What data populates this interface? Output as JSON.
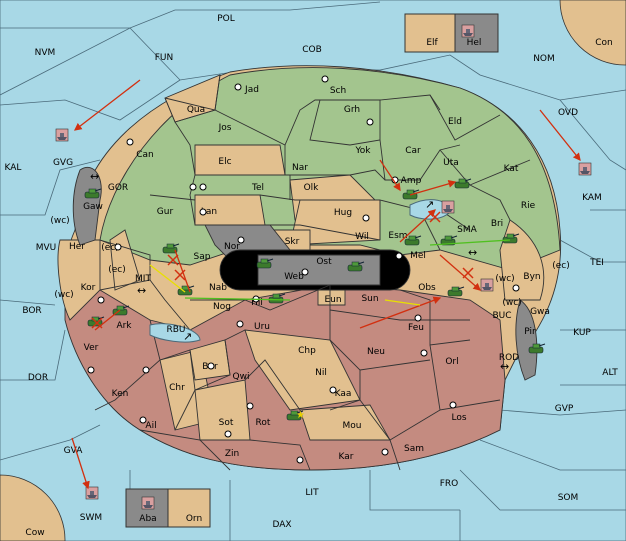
{
  "colors": {
    "sea": "#a8d8e6",
    "green": "#a3c58e",
    "tan": "#e2c08f",
    "red": "#c48b80",
    "gray": "#8a8a8a",
    "line": "#333333",
    "move_red": "#d23010",
    "move_green": "#50c020",
    "move_yellow": "#e8e000"
  },
  "seas": [
    {
      "name": "POL",
      "label": "POL"
    },
    {
      "name": "NVM",
      "label": "NVM"
    },
    {
      "name": "FUN",
      "label": "FUN"
    },
    {
      "name": "COB",
      "label": "COB"
    },
    {
      "name": "NOM",
      "label": "NOM"
    },
    {
      "name": "Con",
      "label": "Con"
    },
    {
      "name": "OVD",
      "label": "OVD"
    },
    {
      "name": "KAL",
      "label": "KAL"
    },
    {
      "name": "GVG",
      "label": "GVG"
    },
    {
      "name": "KAM",
      "label": "KAM"
    },
    {
      "name": "GOR",
      "label": "GOR"
    },
    {
      "name": "MVU",
      "label": "MVU"
    },
    {
      "name": "TEI",
      "label": "TEI"
    },
    {
      "name": "MIT",
      "label": "MIT"
    },
    {
      "name": "SMA",
      "label": "SMA"
    },
    {
      "name": "BOR",
      "label": "BOR"
    },
    {
      "name": "RBU",
      "label": "RBU"
    },
    {
      "name": "BUC",
      "label": "BUC"
    },
    {
      "name": "KUP",
      "label": "KUP"
    },
    {
      "name": "DOR",
      "label": "DOR"
    },
    {
      "name": "ROD",
      "label": "ROD"
    },
    {
      "name": "ALT",
      "label": "ALT"
    },
    {
      "name": "GVP",
      "label": "GVP"
    },
    {
      "name": "GVA",
      "label": "GVA"
    },
    {
      "name": "FRO",
      "label": "FRO"
    },
    {
      "name": "SOM",
      "label": "SOM"
    },
    {
      "name": "LIT",
      "label": "LIT"
    },
    {
      "name": "SWM",
      "label": "SWM"
    },
    {
      "name": "DAX",
      "label": "DAX"
    },
    {
      "name": "Cow",
      "label": "Cow"
    }
  ],
  "provinces": [
    {
      "name": "Jad",
      "label": "Jad",
      "color": "green"
    },
    {
      "name": "Sch",
      "label": "Sch",
      "color": "green"
    },
    {
      "name": "Qua",
      "label": "Qua",
      "color": "tan"
    },
    {
      "name": "Jos",
      "label": "Jos",
      "color": "green"
    },
    {
      "name": "Grh",
      "label": "Grh",
      "color": "green"
    },
    {
      "name": "Eld",
      "label": "Eld",
      "color": "green"
    },
    {
      "name": "Can",
      "label": "Can",
      "color": "green"
    },
    {
      "name": "Yok",
      "label": "Yok",
      "color": "green"
    },
    {
      "name": "Car",
      "label": "Car",
      "color": "green"
    },
    {
      "name": "Elc",
      "label": "Elc",
      "color": "tan"
    },
    {
      "name": "Nar",
      "label": "Nar",
      "color": "green"
    },
    {
      "name": "Uta",
      "label": "Uta",
      "color": "green"
    },
    {
      "name": "Kat",
      "label": "Kat",
      "color": "green"
    },
    {
      "name": "Amp",
      "label": "Amp",
      "color": "green"
    },
    {
      "name": "Tel",
      "label": "Tel",
      "color": "green"
    },
    {
      "name": "Olk",
      "label": "Olk",
      "color": "tan"
    },
    {
      "name": "Gur",
      "label": "Gur",
      "color": "green"
    },
    {
      "name": "Rie",
      "label": "Rie",
      "color": "green"
    },
    {
      "name": "Gaw",
      "label": "Gaw",
      "color": "gray"
    },
    {
      "name": "Lan",
      "label": "Lan",
      "color": "tan"
    },
    {
      "name": "Hug",
      "label": "Hug",
      "color": "tan"
    },
    {
      "name": "Bri",
      "label": "Bri",
      "color": "green"
    },
    {
      "name": "Esm",
      "label": "Esm",
      "color": "green"
    },
    {
      "name": "Wil",
      "label": "Wil",
      "color": "tan"
    },
    {
      "name": "Nor",
      "label": "Nor",
      "color": "gray"
    },
    {
      "name": "Skr",
      "label": "Skr",
      "color": "tan"
    },
    {
      "name": "Her",
      "label": "Her",
      "color": "tan"
    },
    {
      "name": "Sap",
      "label": "Sap",
      "color": "green"
    },
    {
      "name": "Ost",
      "label": "Ost",
      "color": "gray"
    },
    {
      "name": "Mel",
      "label": "Mel",
      "color": "green"
    },
    {
      "name": "Web",
      "label": "Web",
      "color": "gray"
    },
    {
      "name": "Byn",
      "label": "Byn",
      "color": "tan"
    },
    {
      "name": "Kor",
      "label": "Kor",
      "color": "tan"
    },
    {
      "name": "Nab",
      "label": "Nab",
      "color": "tan"
    },
    {
      "name": "Eun",
      "label": "Eun",
      "color": "tan"
    },
    {
      "name": "Sun",
      "label": "Sun",
      "color": "red"
    },
    {
      "name": "Obs",
      "label": "Obs",
      "color": "red"
    },
    {
      "name": "Hil",
      "label": "Hil",
      "color": "red"
    },
    {
      "name": "Nog",
      "label": "Nog",
      "color": "red"
    },
    {
      "name": "Gwa",
      "label": "Gwa",
      "color": "tan"
    },
    {
      "name": "Ark",
      "label": "Ark",
      "color": "green"
    },
    {
      "name": "Uru",
      "label": "Uru",
      "color": "red"
    },
    {
      "name": "Feu",
      "label": "Feu",
      "color": "red"
    },
    {
      "name": "Pir",
      "label": "Pir",
      "color": "gray"
    },
    {
      "name": "Ver",
      "label": "Ver",
      "color": "red"
    },
    {
      "name": "Chp",
      "label": "Chp",
      "color": "tan"
    },
    {
      "name": "Neu",
      "label": "Neu",
      "color": "red"
    },
    {
      "name": "Orl",
      "label": "Orl",
      "color": "red"
    },
    {
      "name": "Bar",
      "label": "Bar",
      "color": "tan"
    },
    {
      "name": "Qwi",
      "label": "Qwi",
      "color": "red"
    },
    {
      "name": "Nil",
      "label": "Nil",
      "color": "tan"
    },
    {
      "name": "Ken",
      "label": "Ken",
      "color": "red"
    },
    {
      "name": "Chr",
      "label": "Chr",
      "color": "tan"
    },
    {
      "name": "Kaa",
      "label": "Kaa",
      "color": "red"
    },
    {
      "name": "Los",
      "label": "Los",
      "color": "red"
    },
    {
      "name": "Ail",
      "label": "Ail",
      "color": "red"
    },
    {
      "name": "Sot",
      "label": "Sot",
      "color": "tan"
    },
    {
      "name": "Rot",
      "label": "Rot",
      "color": "red"
    },
    {
      "name": "Mou",
      "label": "Mou",
      "color": "tan"
    },
    {
      "name": "Zin",
      "label": "Zin",
      "color": "red"
    },
    {
      "name": "Kar",
      "label": "Kar",
      "color": "red"
    },
    {
      "name": "Sam",
      "label": "Sam",
      "color": "red"
    },
    {
      "name": "Elf",
      "label": "Elf",
      "color": "tan"
    },
    {
      "name": "Hel",
      "label": "Hel",
      "color": "gray"
    },
    {
      "name": "Aba",
      "label": "Aba",
      "color": "gray"
    },
    {
      "name": "Orn",
      "label": "Orn",
      "color": "tan"
    }
  ],
  "coast_labels": [
    "(wc)",
    "(ec)",
    "(ec)",
    "(wc)",
    "(wc)",
    "(ec)",
    "(wc)"
  ]
}
